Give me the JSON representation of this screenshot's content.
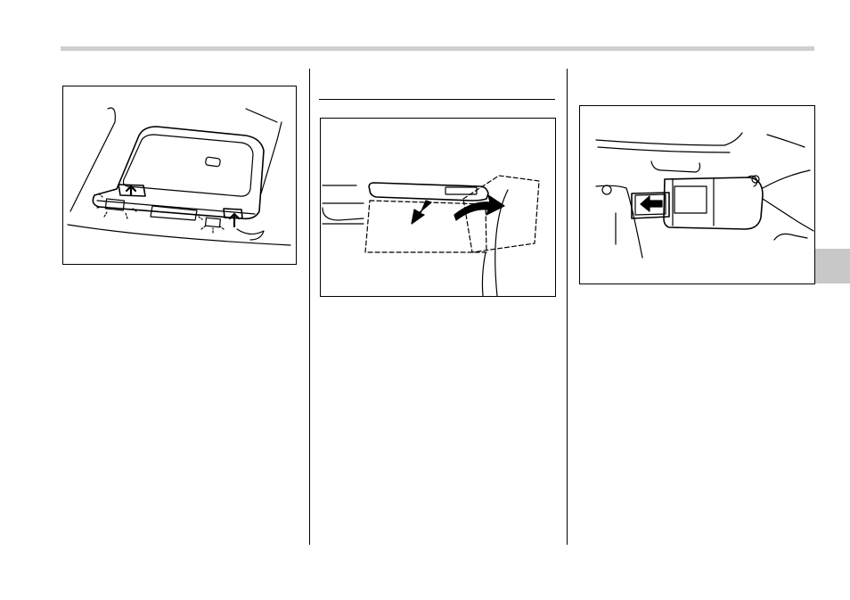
{
  "page": {
    "colors": {
      "header_rule": "#cfcfcf",
      "chapter_tab": "#c8c8c8",
      "line_art": "#000000",
      "background": "#ffffff"
    }
  },
  "figures": [
    {
      "id": "map-light-illustration",
      "icon": "overhead-map-light-buttons-icon"
    },
    {
      "id": "sun-visor-illustration",
      "icon": "sun-visor-swing-icon"
    },
    {
      "id": "vanity-mirror-illustration",
      "icon": "vanity-mirror-slide-icon"
    }
  ]
}
